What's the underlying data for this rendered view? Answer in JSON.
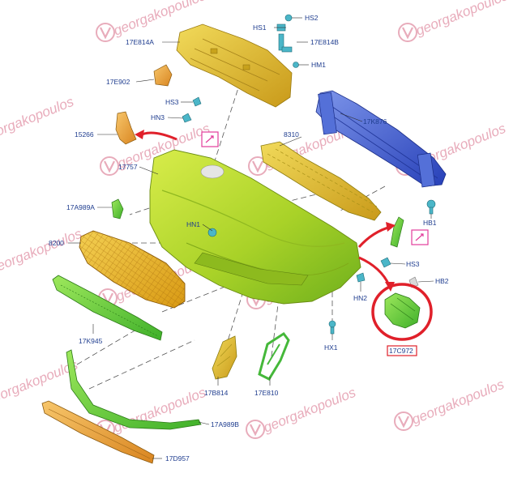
{
  "colors": {
    "label": "#1f3d8f",
    "accent_red": "#e0202a",
    "watermark": "#e6a3b4",
    "callout_box": "#e23d9b",
    "bumper": "#b6d62a",
    "grille": "#e9b528",
    "beam": "#3f5fd0",
    "grille_lower": "#6dcf3c",
    "strip_yellow": "#d6b421"
  },
  "watermark": {
    "text": "georgakopoulos"
  },
  "labels": {
    "hs2": "HS2",
    "hs1": "HS1",
    "e814a": "17E814A",
    "e814b": "17E814B",
    "hm1": "HM1",
    "e902": "17E902",
    "hs3_top": "HS3",
    "hn3": "HN3",
    "p15266": "15266",
    "p17757": "17757",
    "p8310": "8310",
    "k876": "17K876",
    "a989a": "17A989A",
    "hb1": "HB1",
    "hn1": "HN1",
    "p8200": "8200",
    "hs3_right": "HS3",
    "hb2": "HB2",
    "hn2": "HN2",
    "k945": "17K945",
    "hx1": "HX1",
    "c972": "17C972",
    "b814": "17B814",
    "e810": "17E810",
    "a989b": "17A989B",
    "d957": "17D957"
  }
}
